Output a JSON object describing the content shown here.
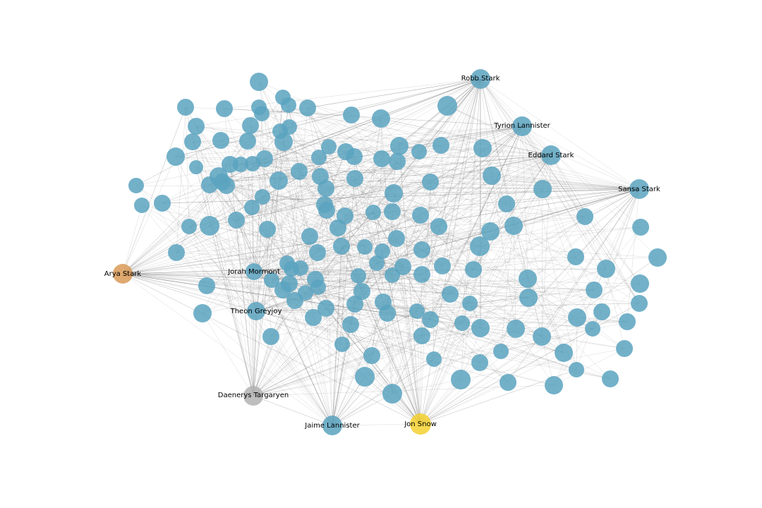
{
  "colors": {
    "default_node": "#5ba3bf",
    "edge": "#555555",
    "label": "#000000",
    "background": "#ffffff"
  },
  "named_nodes": [
    {
      "id": "robb",
      "label": "Robb Stark",
      "color": "#5ba3bf"
    },
    {
      "id": "tyrion",
      "label": "Tyrion Lannister",
      "color": "#5ba3bf"
    },
    {
      "id": "eddard",
      "label": "Eddard Stark",
      "color": "#5ba3bf"
    },
    {
      "id": "sansa",
      "label": "Sansa Stark",
      "color": "#5ba3bf"
    },
    {
      "id": "arya",
      "label": "Arya Stark",
      "color": "#d99a57"
    },
    {
      "id": "jorah",
      "label": "Jorah Mormont",
      "color": "#5ba3bf"
    },
    {
      "id": "theon",
      "label": "Theon Greyjoy",
      "color": "#5ba3bf"
    },
    {
      "id": "daenerys",
      "label": "Daenerys Targaryen",
      "color": "#b3b3b3"
    },
    {
      "id": "jaime",
      "label": "Jaime Lannister",
      "color": "#5ba3bf"
    },
    {
      "id": "jon",
      "label": "Jon Snow",
      "color": "#f5d130"
    }
  ]
}
